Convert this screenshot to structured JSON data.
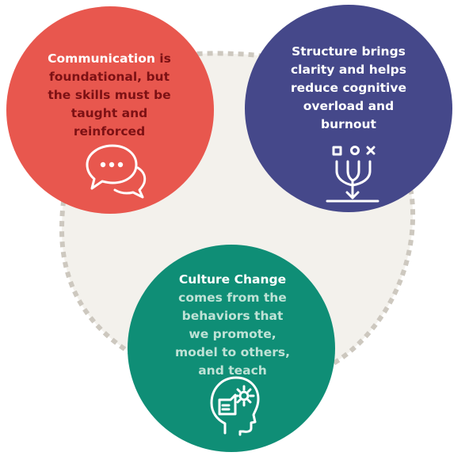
{
  "colors": {
    "communication": "#e8574e",
    "communication_emphasis": "#7d1114",
    "structure": "#45488a",
    "structure_emphasis": "#ffffff",
    "structure_body": "#ffffff",
    "culture": "#0f8e76",
    "culture_emphasis": "#ffffff",
    "culture_body": "#bfe2d6",
    "background_blob": "#f3f1ec",
    "dashed_border": "#cdc8bf"
  },
  "nodes": {
    "communication": {
      "lead": "Communication",
      "rest": " is foundational, but the skills must be taught and reinforced",
      "icon": "chat-bubbles-icon"
    },
    "structure": {
      "lead": "Structure brings clarity",
      "rest": " and helps reduce cognitive overload and burnout",
      "icon": "process-funnel-icon"
    },
    "culture": {
      "lead": "Culture Change",
      "rest": " comes from the behaviors that we promote, model to others, and teach",
      "icon": "head-gear-icon"
    }
  }
}
